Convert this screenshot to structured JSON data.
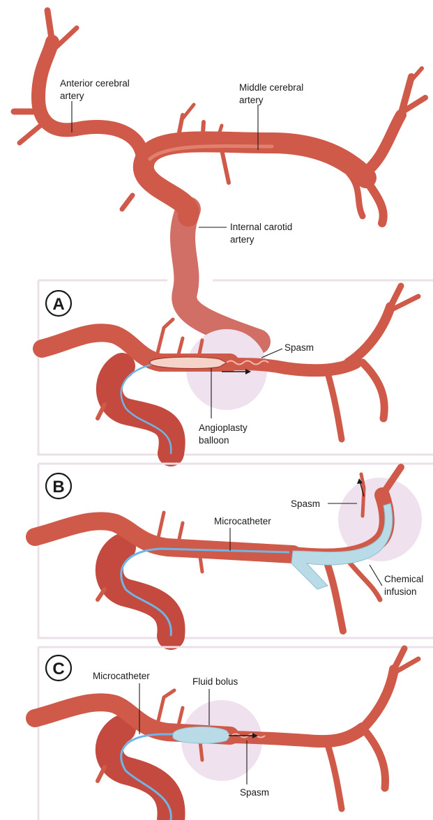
{
  "top": {
    "anterior": [
      "Anterior cerebral",
      "artery"
    ],
    "middle": [
      "Middle cerebral",
      "artery"
    ],
    "carotid": [
      "Internal carotid",
      "artery"
    ]
  },
  "panel_a": {
    "letter": "A",
    "spasm": "Spasm",
    "balloon": [
      "Angioplasty",
      "balloon"
    ]
  },
  "panel_b": {
    "letter": "B",
    "spasm": "Spasm",
    "microcatheter": "Microcatheter",
    "infusion": [
      "Chemical",
      "infusion"
    ]
  },
  "panel_c": {
    "letter": "C",
    "microcatheter": "Microcatheter",
    "bolus": "Fluid bolus",
    "spasm": "Spasm"
  },
  "colors": {
    "artery": "#d05a4a",
    "artery_dark": "#b4453a",
    "artery_lumen": "#c44a3f",
    "wall": "#f2b8a8",
    "catheter": "#6fb6e6",
    "fluid": "#b9dbe8",
    "spot": "#efe2ee",
    "panel_border": "#ebe0e8"
  }
}
